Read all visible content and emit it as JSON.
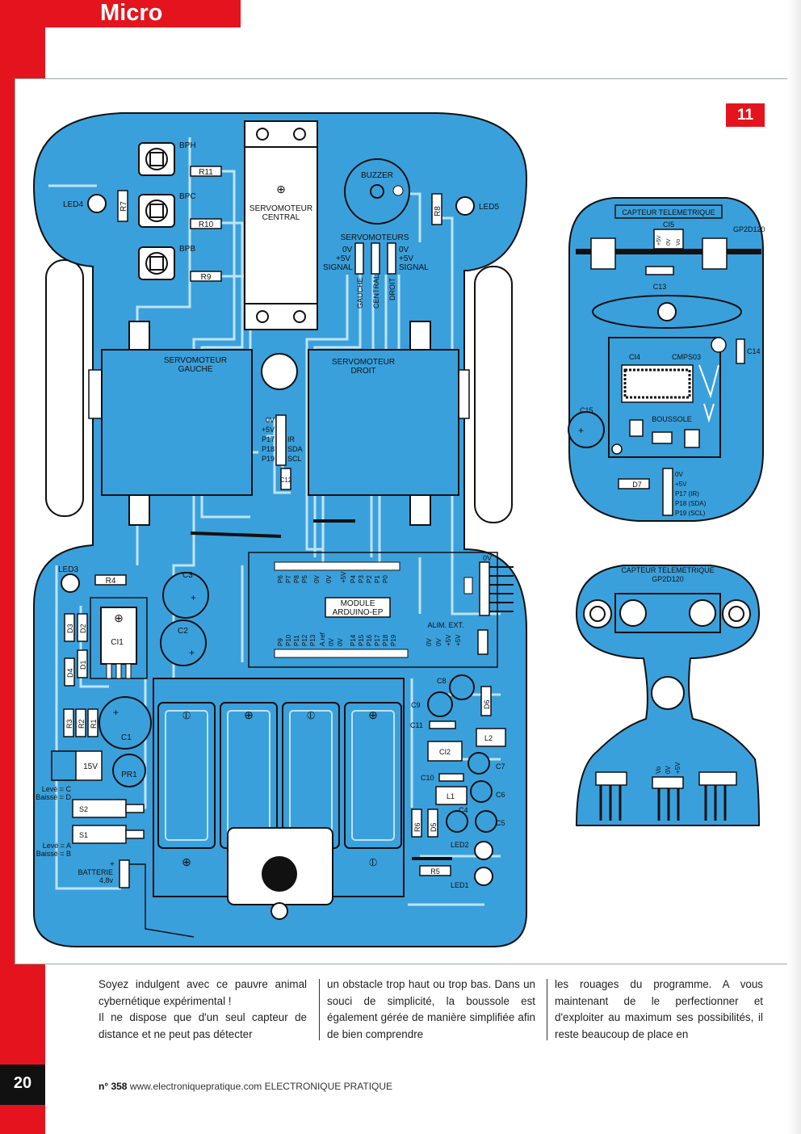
{
  "header": {
    "section": "Micro"
  },
  "figure": {
    "number": "11",
    "main_board": {
      "buttons": [
        "BPH",
        "BPC",
        "BPB"
      ],
      "resistors_top": [
        "R11",
        "R10",
        "R9"
      ],
      "leds_top": [
        "LED4",
        "LED5"
      ],
      "r7": "R7",
      "r8": "R8",
      "servo_central_line1": "SERVOMOTEUR",
      "servo_central_line2": "CENTRAL",
      "buzzer": "BUZZER",
      "servomoteurs_title": "SERVOMOTEURS",
      "servo_pins_left": [
        "0V",
        "+5V",
        "SIGNAL"
      ],
      "servo_pins_right": [
        "0V",
        "+5V",
        "SIGNAL"
      ],
      "servo_header_names": [
        "GAUCHE",
        "CENTRAL",
        "DROIT"
      ],
      "servo_left_line1": "SERVOMOTEUR",
      "servo_left_line2": "GAUCHE",
      "servo_right_line1": "SERVOMOTEUR",
      "servo_right_line2": "DROIT",
      "sensor_pins_left": [
        "0V",
        "+5V",
        "P17",
        "P18",
        "P19"
      ],
      "sensor_pins_right": [
        "IR",
        "SDA",
        "SCL"
      ],
      "c12": "C12",
      "led3": "LED3",
      "r4": "R4",
      "c3": "C3",
      "c2": "C2",
      "ci1": "CI1",
      "diodes": [
        "D3",
        "D2",
        "D1",
        "D4"
      ],
      "c1": "C1",
      "resistors_left": [
        "R3",
        "R2",
        "R1"
      ],
      "zener": "15V",
      "pr1": "PR1",
      "switch_s2_note1": "Levé = C",
      "switch_s2_note2": "Baissé = D",
      "s2": "S2",
      "s1": "S1",
      "switch_s1_note1": "Levé = A",
      "switch_s1_note2": "Baissé = B",
      "battery_line1": "BATTERIE",
      "battery_line2": "4,8v",
      "module_line1": "MODULE",
      "module_line2": "ARDUINO-EP",
      "module_top_pins": [
        "P6",
        "P7",
        "P8",
        "P5",
        "0V",
        "0V",
        "+5V",
        "P4",
        "P3",
        "P2",
        "P1",
        "P0"
      ],
      "module_bottom_pins": [
        "P9",
        "P10",
        "P11",
        "P12",
        "P13",
        "A.ref",
        "0V",
        "0V",
        "P14",
        "P15",
        "P16",
        "P17",
        "P18",
        "P19"
      ],
      "module_0v": "0V",
      "alim_label": "ALIM. EXT.",
      "alim_pins": [
        "0V",
        "0V",
        "+5V",
        "+5V"
      ],
      "c8": "C8",
      "c9": "C9",
      "d6": "D6",
      "c11": "C11",
      "l2": "L2",
      "ci2": "CI2",
      "c7": "C7",
      "c10": "C10",
      "l1": "L1",
      "c6": "C6",
      "c4": "C4",
      "r6": "R6",
      "d5": "D5",
      "c5": "C5",
      "led2": "LED2",
      "r5": "R5",
      "led1": "LED1"
    },
    "compass_board": {
      "title": "CAPTEUR TELEMETRIQUE",
      "ci5": "CI5",
      "gp_label": "GP2D120",
      "ci5_pins": [
        "+5V",
        "0V",
        "Vo"
      ],
      "c13": "C13",
      "ci4": "CI4",
      "cmps": "CMPS03",
      "c14": "C14",
      "c15": "C15",
      "boussole": "BOUSSOLE",
      "d7": "D7",
      "pins": [
        "0V",
        "+5V",
        "P17 (IR)",
        "P18 (SDA)",
        "P19 (SCL)"
      ]
    },
    "sensor_board": {
      "title_line1": "CAPTEUR TELEMETRIQUE",
      "title_line2": "GP2D120",
      "pins": [
        "Vo",
        "0V",
        "+5V"
      ]
    }
  },
  "article": {
    "col1_p1": "Soyez indulgent avec ce pauvre animal cybernétique expérimental !",
    "col1_p2": "Il ne dispose que d'un seul capteur de distance et ne peut pas détecter",
    "col2": "un obstacle trop haut ou trop bas. Dans un souci de simplicité, la boussole est également gérée de manière simplifiée afin de bien comprendre",
    "col3": "les rouages du programme. A vous maintenant de le perfectionner et d'exploiter au maximum ses possibilités, il reste beaucoup de place en"
  },
  "footer": {
    "issue": "n° 358",
    "site": "www.electroniquepratique.com",
    "magazine": "ELECTRONIQUE PRATIQUE"
  },
  "page_number": "20",
  "colors": {
    "red": "#e3141d",
    "pcb_blue": "#3aa0dc",
    "trace_light": "#bfe3f7"
  }
}
